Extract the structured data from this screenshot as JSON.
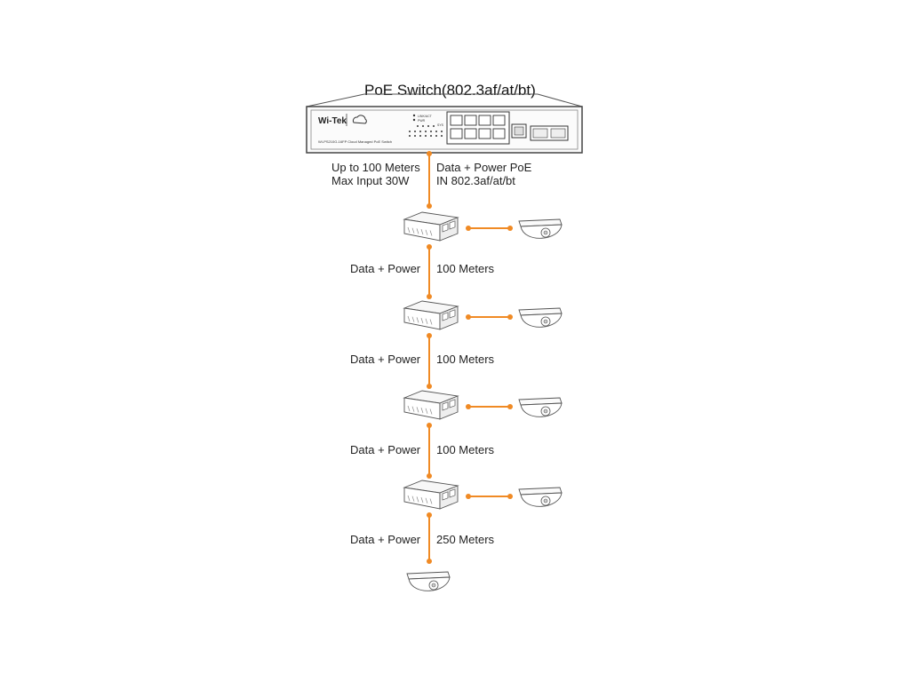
{
  "title": "PoE Switch(802.3af/at/bt)",
  "switch": {
    "brand": "Wi-Tek",
    "model_text": "WI-PS210G-16FP Cloud Managed PoE Switch",
    "led_labels": [
      "LINK/ACT",
      "PWR",
      "SYS"
    ]
  },
  "uplink": {
    "left_line1": "Up to 100 Meters",
    "left_line2": "Max Input 30W",
    "right_line1": "Data + Power PoE",
    "right_line2": "IN 802.3af/at/bt"
  },
  "segments": [
    {
      "left": "Data + Power",
      "right": "100 Meters"
    },
    {
      "left": "Data + Power",
      "right": "100 Meters"
    },
    {
      "left": "Data + Power",
      "right": "100 Meters"
    },
    {
      "left": "Data + Power",
      "right": "250 Meters"
    }
  ],
  "colors": {
    "link": "#f08a24",
    "outline": "#555555",
    "device_fill": "#f7f7f7"
  }
}
